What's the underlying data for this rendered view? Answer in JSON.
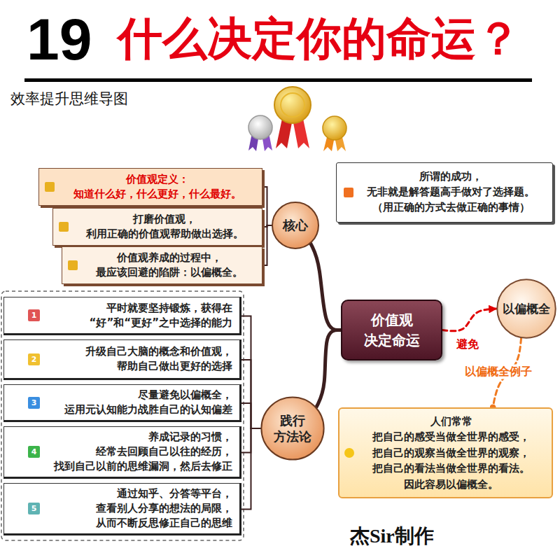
{
  "diagram": {
    "title": "什么决定你的命运？",
    "nodes": [
      {
        "text": [
          "价值观 决定命运"
        ]
      },
      {
        "text": [
          "核心"
        ]
      },
      {
        "text": [
          "价值观定义：",
          "知道什么好，什么更好，什么最好。"
        ]
      },
      {
        "text": [
          "打磨价值观， 利用正确的价值观帮助做出选择。"
        ]
      },
      {
        "text": [
          "价值观养成的过程中， 最应该回避的陷阱：以偏概全。"
        ]
      },
      {
        "text": [
          "践行 方法论"
        ]
      },
      {
        "text": [
          "1",
          "平时就要坚持锻炼，获得在 “好”和“更好”之中选择的能力"
        ]
      },
      {
        "text": [
          "2",
          "升级自己大脑的概念和价值观， 帮助自己做出更好的选择"
        ]
      },
      {
        "text": [
          "3",
          "尽量避免以偏概全， 运用元认知能力战胜自己的认知偏差"
        ]
      },
      {
        "text": [
          "4",
          "养成记录的习惯， 经常去回顾自己以往的经历， 找到自己以前的思维漏洞，然后去修正"
        ]
      },
      {
        "text": [
          "5",
          "通过知乎、分答等平台， 查看别人分享的想法的局限， 从而不断反思修正自己的思维"
        ]
      },
      {
        "text": [
          "以偏概全"
        ]
      },
      {
        "text": [
          "人们常常 把自己的感受当做全世界的感受， 把自己的观察当做全世界的观察， 把自己的看法当做全世界的看法。 因此容易以偏概全。"
        ]
      },
      {
        "text": [
          "所谓的成功， 无非就是解答题高手做对了选择题。 （用正确的方式去做正确的事情）"
        ]
      }
    ],
    "edges": [
      {
        "from": 0,
        "to": 1,
        "arrow": "none"
      },
      {
        "from": 1,
        "to": 2,
        "arrow": "none"
      },
      {
        "from": 1,
        "to": 3,
        "arrow": "none"
      },
      {
        "from": 1,
        "to": 4,
        "arrow": "none"
      },
      {
        "from": 0,
        "to": 5,
        "arrow": "none"
      },
      {
        "from": 5,
        "to": 6,
        "arrow": "none"
      },
      {
        "from": 5,
        "to": 7,
        "arrow": "none"
      },
      {
        "from": 5,
        "to": 8,
        "arrow": "none"
      },
      {
        "from": 5,
        "to": 9,
        "arrow": "none"
      },
      {
        "from": 5,
        "to": 10,
        "arrow": "none"
      },
      {
        "from": 0,
        "to": 11,
        "label": "避免",
        "arrow": "to"
      },
      {
        "from": 11,
        "to": 12,
        "label": "以偏概全例子",
        "arrow": "none"
      }
    ],
    "labels": [
      "19",
      "效率提升思维导图",
      "杰Sir制作"
    ]
  }
}
